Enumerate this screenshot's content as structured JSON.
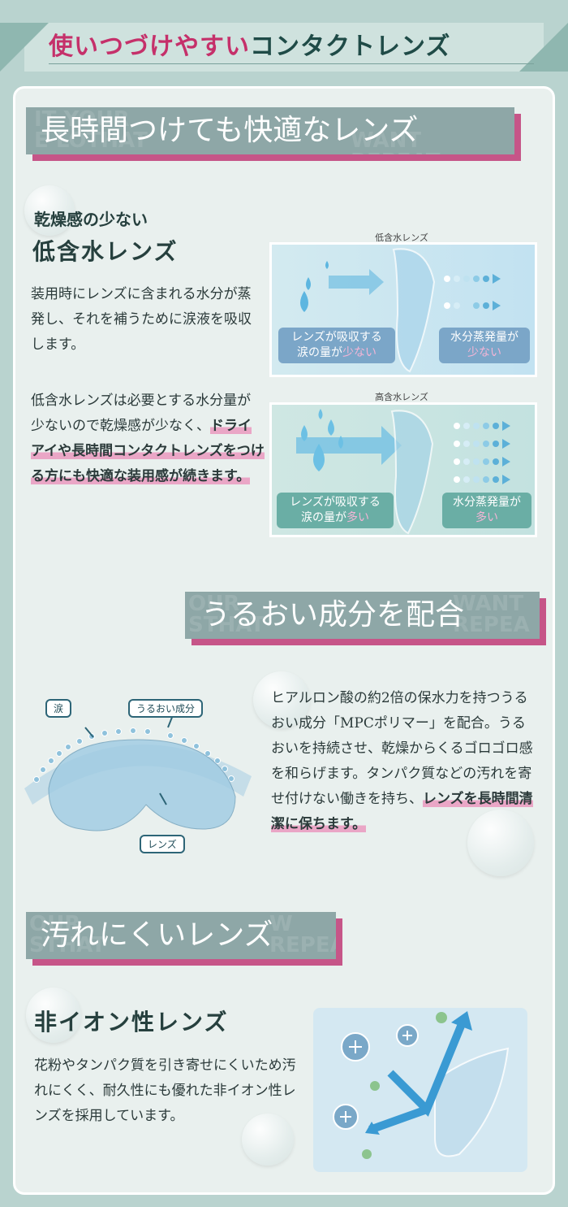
{
  "header": {
    "title_pink": "使いつづけやすい",
    "title_dark": "コンタクトレンズ"
  },
  "section1": {
    "heading": "長時間つけても快適なレンズ",
    "subtitle": "乾燥感の少ない",
    "title": "低含水レンズ",
    "para1": "装用時にレンズに含まれる水分が蒸発し、それを補うために涙液を吸収します。",
    "para2_plain": "低含水レンズは必要とする水分量が少ないので乾燥感が少なく、",
    "para2_highlight": "ドライアイや長時間コンタクトレンズをつける方にも快適な装用感が続きます。",
    "diagram_low": {
      "caption": "低含水レンズ",
      "absorb_line1": "レンズが吸収する",
      "absorb_line2": "涙の量が",
      "absorb_emph": "少ない",
      "evap_line1": "水分蒸発量が",
      "evap_emph": "少ない"
    },
    "diagram_high": {
      "caption": "高含水レンズ",
      "absorb_line1": "レンズが吸収する",
      "absorb_line2": "涙の量が",
      "absorb_emph": "多い",
      "evap_line1": "水分蒸発量が",
      "evap_emph": "多い"
    }
  },
  "section2": {
    "heading": "うるおい成分を配合",
    "labels": {
      "tears": "涙",
      "moisture": "うるおい成分",
      "lens": "レンズ"
    },
    "para_plain": "ヒアルロン酸の約2倍の保水力を持つうるおい成分「MPCポリマー」を配合。うるおいを持続させ、乾燥からくるゴロゴロ感を和らげます。タンパク質などの汚れを寄せ付けない働きを持ち、",
    "para_highlight": "レンズを長時間清潔に保ちます。"
  },
  "section3": {
    "heading": "汚れにくいレンズ",
    "title": "非イオン性レンズ",
    "para": "花粉やタンパク質を引き寄せにくいため汚れにくく、耐久性にも優れた非イオン性レンズを採用しています。"
  },
  "colors": {
    "accent_pink": "#c5306a",
    "heading_band": "#8ea7a7",
    "highlight": "#eaa6c6",
    "background": "#b9d3cf"
  }
}
